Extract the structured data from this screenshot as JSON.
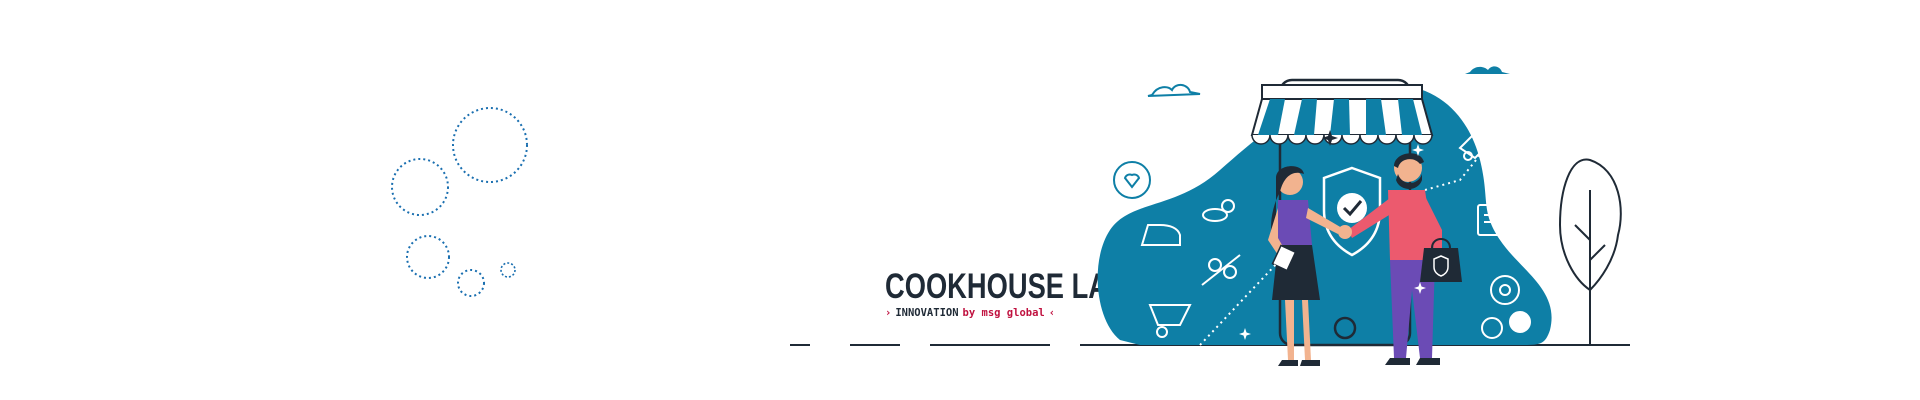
{
  "brand": {
    "title": "COOKHOUSE LABS",
    "tagline_left_chevron": "›",
    "tagline_main": "INNOVATION",
    "tagline_by": "by msg global",
    "tagline_right_chevron": "‹"
  },
  "colors": {
    "teal": "#0e7fa6",
    "dark": "#1f2a36",
    "accent": "#c0113f",
    "pink_shirt": "#ec5a6e",
    "purple": "#6b4bb5",
    "skin": "#f2b38f",
    "bubble_outline": "#1a6fb0"
  },
  "illustration": {
    "subject": "shop-handshake-illustration",
    "icons": [
      "heart-speech-icon",
      "shield-check-icon",
      "car-icon",
      "document-icon",
      "gear-icon",
      "iron-icon",
      "scissors-comb-icon",
      "wheelbarrow-icon",
      "balloon-dog-icon",
      "shopping-bag-icon",
      "tree-icon",
      "cloud-icon",
      "awning-icon"
    ]
  }
}
